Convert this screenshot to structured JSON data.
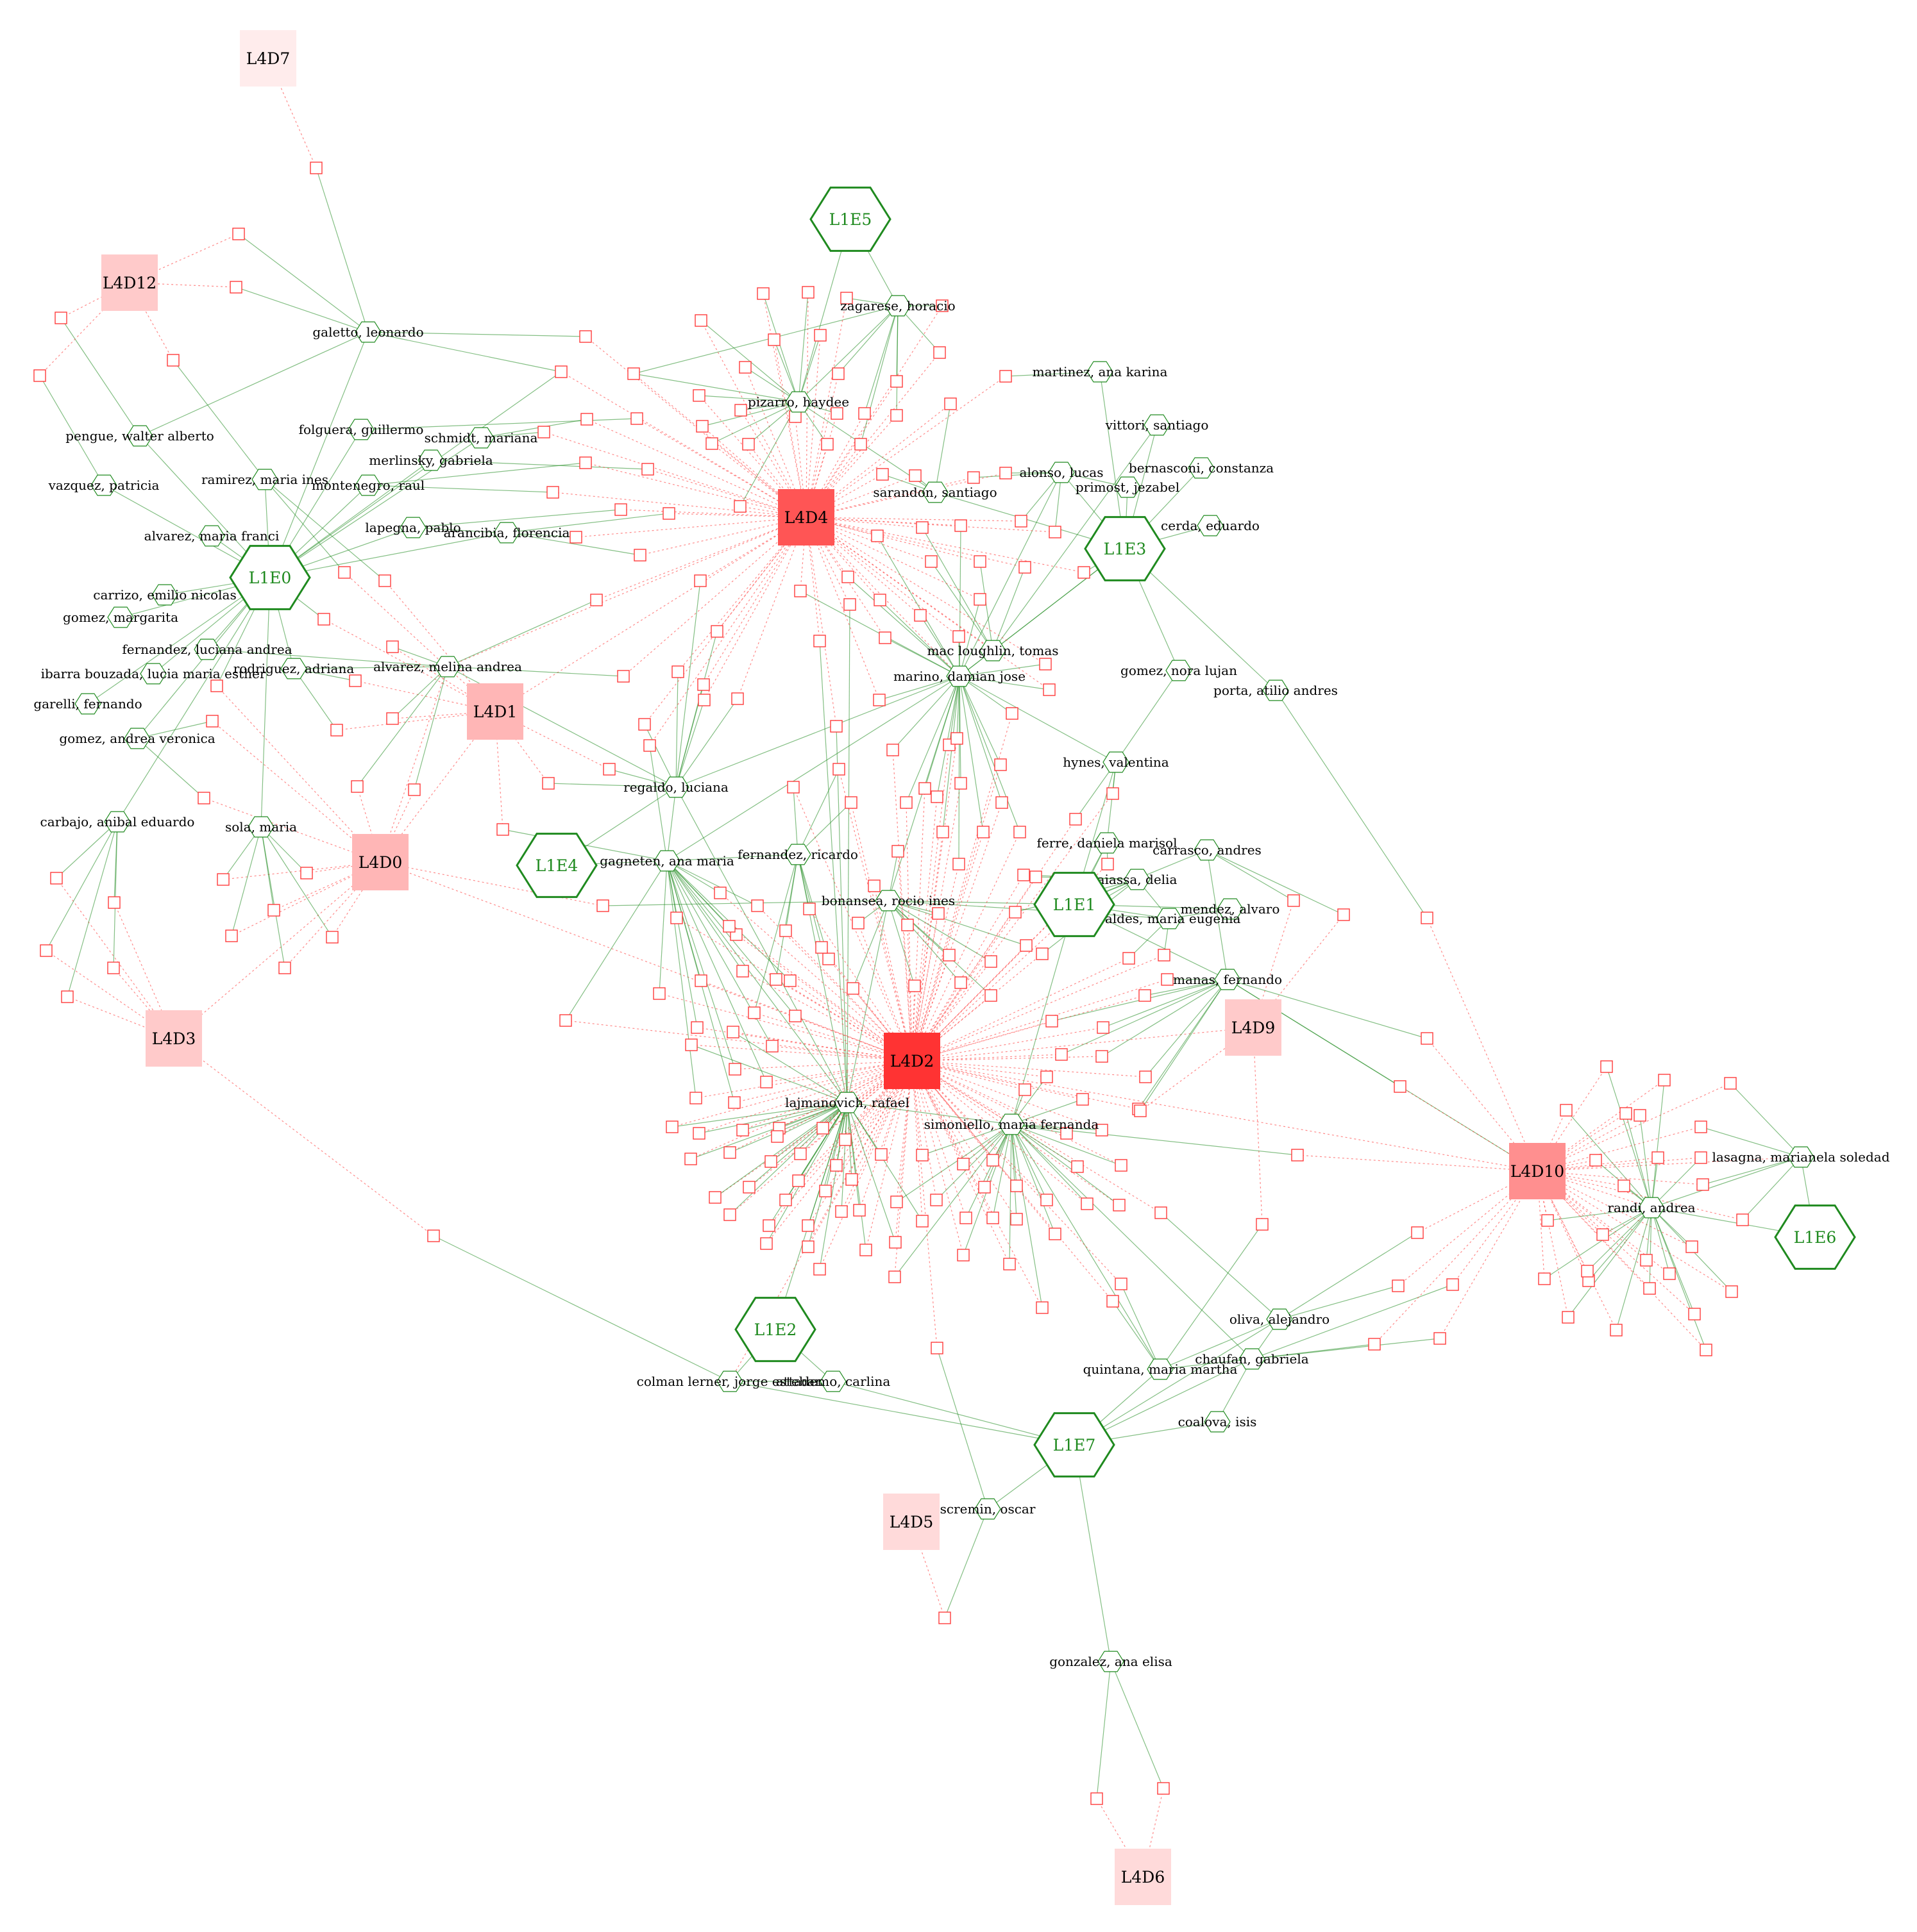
{
  "colors": {
    "green": "#1f8a1f",
    "red": "#ff3b3b",
    "hub_levels": [
      "#ffecec",
      "#ffdada",
      "#ffcaca",
      "#ffb6b6",
      "#ff8f8f",
      "#ff5555",
      "#ff3333"
    ]
  },
  "green_hubs": [
    {
      "id": "L1E0",
      "label": "L1E0"
    },
    {
      "id": "L1E1",
      "label": "L1E1"
    },
    {
      "id": "L1E2",
      "label": "L1E2"
    },
    {
      "id": "L1E3",
      "label": "L1E3"
    },
    {
      "id": "L1E4",
      "label": "L1E4"
    },
    {
      "id": "L1E5",
      "label": "L1E5"
    },
    {
      "id": "L1E6",
      "label": "L1E6"
    },
    {
      "id": "L1E7",
      "label": "L1E7"
    }
  ],
  "red_hubs": [
    {
      "id": "L4D0",
      "label": "L4D0",
      "level": 3
    },
    {
      "id": "L4D1",
      "label": "L4D1",
      "level": 3
    },
    {
      "id": "L4D2",
      "label": "L4D2",
      "level": 6
    },
    {
      "id": "L4D3",
      "label": "L4D3",
      "level": 2
    },
    {
      "id": "L4D4",
      "label": "L4D4",
      "level": 5
    },
    {
      "id": "L4D5",
      "label": "L4D5",
      "level": 1
    },
    {
      "id": "L4D6",
      "label": "L4D6",
      "level": 1
    },
    {
      "id": "L4D7",
      "label": "L4D7",
      "level": 0
    },
    {
      "id": "L4D9",
      "label": "L4D9",
      "level": 2
    },
    {
      "id": "L4D10",
      "label": "L4D10",
      "level": 4
    },
    {
      "id": "L4D12",
      "label": "L4D12",
      "level": 2
    }
  ],
  "authors": [
    {
      "id": "galetto",
      "label": "galetto, leonardo"
    },
    {
      "id": "pengue",
      "label": "pengue, walter alberto"
    },
    {
      "id": "vazquez",
      "label": "vazquez, patricia"
    },
    {
      "id": "ramirez",
      "label": "ramirez, maria ines"
    },
    {
      "id": "folguera",
      "label": "folguera, guillermo"
    },
    {
      "id": "schmidt",
      "label": "schmidt, mariana"
    },
    {
      "id": "merlinsky",
      "label": "merlinsky, gabriela"
    },
    {
      "id": "montenegro",
      "label": "montenegro, raul"
    },
    {
      "id": "lapegna",
      "label": "lapegna, pablo"
    },
    {
      "id": "arancibia",
      "label": "arancibia, florencia"
    },
    {
      "id": "alvarez_mf",
      "label": "alvarez, maria franci"
    },
    {
      "id": "carrizo",
      "label": "carrizo, emilio nicolas"
    },
    {
      "id": "gomez_m",
      "label": "gomez, margarita"
    },
    {
      "id": "fernandez_la",
      "label": "fernandez, luciana andrea"
    },
    {
      "id": "ibarra",
      "label": "ibarra bouzada, lucia maria esther"
    },
    {
      "id": "rodriguez",
      "label": "rodriguez, adriana"
    },
    {
      "id": "alvarez_ma",
      "label": "alvarez, melina andrea"
    },
    {
      "id": "garelli",
      "label": "garelli, fernando"
    },
    {
      "id": "gomez_av",
      "label": "gomez, andrea veronica"
    },
    {
      "id": "carbajo",
      "label": "carbajo, anibal eduardo"
    },
    {
      "id": "sola",
      "label": "sola, maria"
    },
    {
      "id": "zagarese",
      "label": "zagarese, horacio"
    },
    {
      "id": "pizarro",
      "label": "pizarro, haydee"
    },
    {
      "id": "martinez",
      "label": "martinez, ana karina"
    },
    {
      "id": "vittori",
      "label": "vittori, santiago"
    },
    {
      "id": "alonso",
      "label": "alonso, lucas"
    },
    {
      "id": "bernasconi",
      "label": "bernasconi, constanza"
    },
    {
      "id": "primost",
      "label": "primost, jezabel"
    },
    {
      "id": "sarandon",
      "label": "sarandon, santiago"
    },
    {
      "id": "cerda",
      "label": "cerda, eduardo"
    },
    {
      "id": "mac",
      "label": "mac loughlin, tomas"
    },
    {
      "id": "marino",
      "label": "marino, damian jose"
    },
    {
      "id": "gomez_nl",
      "label": "gomez, nora lujan"
    },
    {
      "id": "porta",
      "label": "porta, atilio andres"
    },
    {
      "id": "hynes",
      "label": "hynes, valentina"
    },
    {
      "id": "regaldo",
      "label": "regaldo, luciana"
    },
    {
      "id": "gagneten",
      "label": "gagneten, ana maria"
    },
    {
      "id": "fernandez_r",
      "label": "fernandez, ricardo"
    },
    {
      "id": "ferre",
      "label": "ferre, daniela marisol"
    },
    {
      "id": "carrasco",
      "label": "carrasco, andres"
    },
    {
      "id": "aiassa",
      "label": "aiassa, delia"
    },
    {
      "id": "bonansea",
      "label": "bonansea, rocio ines"
    },
    {
      "id": "mendez",
      "label": "mendez, alvaro"
    },
    {
      "id": "valdes",
      "label": "valdes, maria eugenia"
    },
    {
      "id": "manas",
      "label": "manas, fernando"
    },
    {
      "id": "lajmanovich",
      "label": "lajmanovich, rafael"
    },
    {
      "id": "simoniello",
      "label": "simoniello, maria fernanda"
    },
    {
      "id": "lasagna",
      "label": "lasagna, marianela soledad"
    },
    {
      "id": "randi",
      "label": "randi, andrea"
    },
    {
      "id": "oliva",
      "label": "oliva, alejandro"
    },
    {
      "id": "chaufan",
      "label": "chaufan, gabriela"
    },
    {
      "id": "quintana",
      "label": "quintana, maria martha"
    },
    {
      "id": "colman",
      "label": "colman lerner, jorge esteban"
    },
    {
      "id": "attademo",
      "label": "attademo, carlina"
    },
    {
      "id": "coalova",
      "label": "coalova, isis"
    },
    {
      "id": "scremin",
      "label": "scremin, oscar"
    },
    {
      "id": "gonzalez",
      "label": "gonzalez, ana elisa"
    }
  ]
}
